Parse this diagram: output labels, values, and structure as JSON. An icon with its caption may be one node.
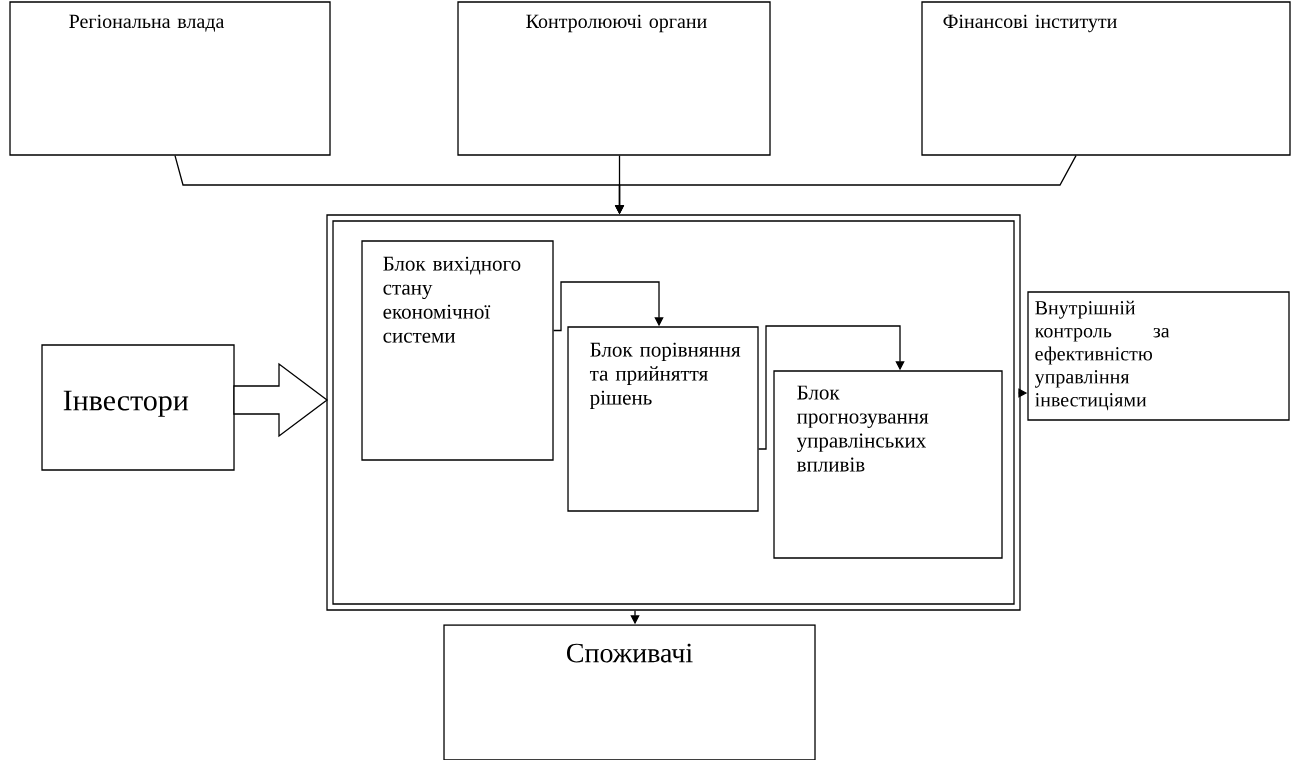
{
  "diagram": {
    "nodes": [
      {
        "text": [
          "Регіональна влада"
        ]
      },
      {
        "text": [
          "Контролюючі органи"
        ]
      },
      {
        "text": [
          "Фінансові інститути"
        ]
      },
      {
        "text": [],
        "shape": "box"
      },
      {
        "text": [
          "Блок вихідного стану економічної системи"
        ],
        "in": 3
      },
      {
        "text": [
          "Блок порівняння та прийняття рішень"
        ],
        "in": 3
      },
      {
        "text": [
          "Блок прогнозування управлінських впливів"
        ],
        "in": 3
      },
      {
        "text": [
          "Інвестори"
        ]
      },
      {
        "text": [
          "Внутрішній контроль за ефективністю управління інвестиціями"
        ]
      },
      {
        "text": [
          "Споживачі"
        ]
      }
    ],
    "edges": [
      {
        "from": 0,
        "to": 3,
        "arrow": "to"
      },
      {
        "from": 1,
        "to": 3,
        "arrow": "to"
      },
      {
        "from": 2,
        "to": 3,
        "arrow": "to"
      },
      {
        "from": 4,
        "to": 5,
        "arrow": "to"
      },
      {
        "from": 5,
        "to": 6,
        "arrow": "to"
      },
      {
        "from": 7,
        "to": 3,
        "arrow": "to",
        "style": "thick"
      },
      {
        "from": 3,
        "to": 8,
        "arrow": "to"
      },
      {
        "from": 3,
        "to": 9,
        "arrow": "to"
      }
    ]
  }
}
